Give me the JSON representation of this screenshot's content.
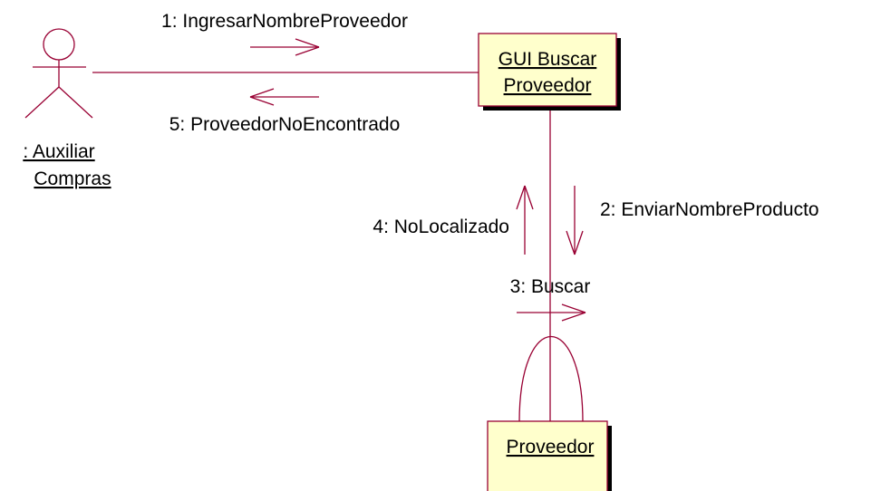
{
  "colors": {
    "line": "#990033",
    "object_fill": "#ffffcc",
    "text": "#000000",
    "background": "#ffffff"
  },
  "actor": {
    "line1": ": Auxiliar",
    "line2": "Compras"
  },
  "objects": {
    "gui": {
      "line1": "GUI Buscar ",
      "line2": "Proveedor"
    },
    "proveedor": {
      "label": "Proveedor"
    }
  },
  "messages": {
    "m1": "1: IngresarNombreProveedor",
    "m2": "2: EnviarNombreProducto",
    "m3": "3: Buscar",
    "m4": "4: NoLocalizado",
    "m5": "5: ProveedorNoEncontrado"
  }
}
